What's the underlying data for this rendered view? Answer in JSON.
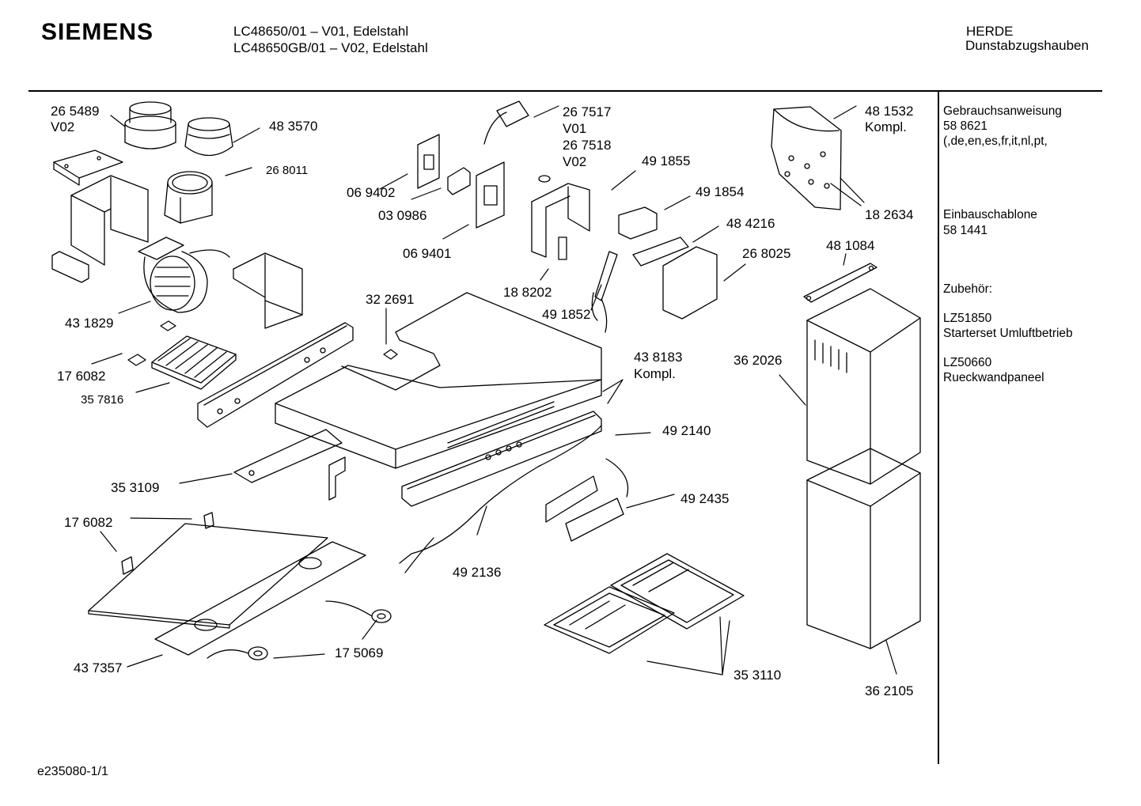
{
  "header": {
    "brand": "SIEMENS",
    "model_line_1": "LC48650/01 – V01, Edelstahl",
    "model_line_2": "LC48650GB/01 – V02, Edelstahl",
    "category": "HERDE",
    "subcategory": "Dunstabzugshauben"
  },
  "sidebar": {
    "manual_title": "Gebrauchsanweisung",
    "manual_number": "58 8621",
    "manual_languages": "(,de,en,es,fr,it,nl,pt,",
    "template_title": "Einbauschablone",
    "template_number": "58 1441",
    "accessories_title": "Zubehör:",
    "accessory_1_code": "LZ51850",
    "accessory_1_name": "Starterset  Umluftbetrieb",
    "accessory_2_code": "LZ50660",
    "accessory_2_name": "Rueckwandpaneel"
  },
  "parts": {
    "p265489": "26 5489",
    "p265489_v": "V02",
    "p483570": "48 3570",
    "p268011": "26 8011",
    "p267517": "26 7517",
    "p267517_v": "V01",
    "p267518": "26 7518",
    "p267518_v": "V02",
    "p069402": "06 9402",
    "p030986": "03 0986",
    "p069401": "06 9401",
    "p491855": "49 1855",
    "p491854": "49 1854",
    "p484216": "48 4216",
    "p268025": "26 8025",
    "p188202": "18 8202",
    "p491852": "49 1852",
    "p481532": "48 1532",
    "p481532_k": "Kompl.",
    "p182634": "18 2634",
    "p481084": "48 1084",
    "p431829": "43 1829",
    "p322691": "32 2691",
    "p176082a": "17 6082",
    "p357816": "35 7816",
    "p438183": "43 8183",
    "p438183_k": "Kompl.",
    "p362026": "36 2026",
    "p492140": "49 2140",
    "p353109": "35 3109",
    "p176082b": "17 6082",
    "p492435": "49 2435",
    "p492136": "49 2136",
    "p175069": "17 5069",
    "p437357": "43 7357",
    "p353110": "35 3110",
    "p362105": "36 2105"
  },
  "footer": {
    "drawing_id": "e235080-1/1"
  }
}
